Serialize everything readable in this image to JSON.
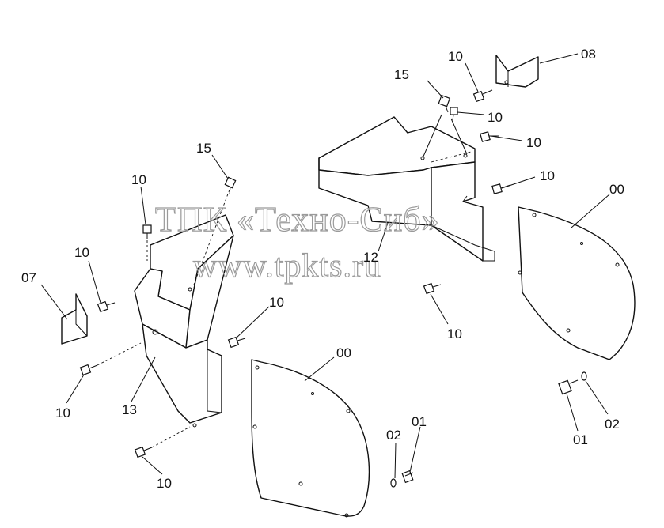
{
  "labels": {
    "p10_a": "10",
    "p08": "08",
    "p15_a": "15",
    "p10_b": "10",
    "p10_c": "10",
    "p10_d": "10",
    "p00_a": "00",
    "p15_b": "15",
    "p10_e": "10",
    "p12": "12",
    "p10_f": "10",
    "p07": "07",
    "p10_g": "10",
    "p10_h": "10",
    "p00_b": "00",
    "p02_a": "02",
    "p01_a": "01",
    "p13": "13",
    "p10_i": "10",
    "p01_b": "01",
    "p02_b": "02",
    "p10_j": "10"
  },
  "watermark": {
    "line1": "ТПК «Техно-Сиб»",
    "line2": "www.tpkts.ru"
  }
}
